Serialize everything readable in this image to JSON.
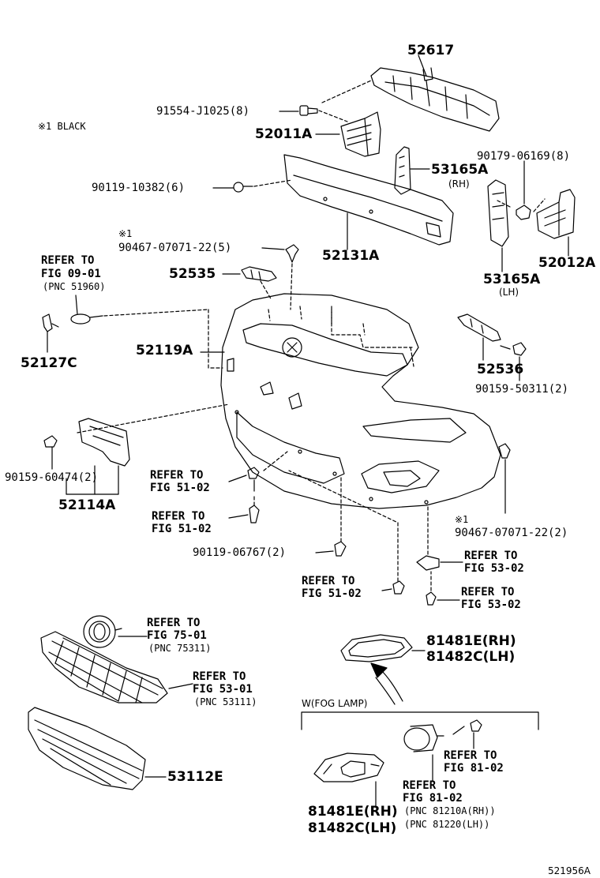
{
  "note": "※1 BLACK",
  "diagram_code": "521956A",
  "parts": {
    "p52617": "52617",
    "p91554": "91554-J1025(8)",
    "p52011a": "52011A",
    "p90179": "90179-06169(8)",
    "p53165a_rh": "53165A",
    "rh1": "(RH)",
    "p90119_10382": "90119-10382(6)",
    "p52131a": "52131A",
    "p52012a": "52012A",
    "note1_a": "※1",
    "p90467_a": "90467-07071-22(5)",
    "p53165a_lh": "53165A",
    "lh1": "(LH)",
    "p52535": "52535",
    "p52127c": "52127C",
    "p52119a": "52119A",
    "p52536": "52536",
    "p90159_50311": "90159-50311(2)",
    "p90159_60474": "90159-60474(2)",
    "p52114a": "52114A",
    "p90119_06767": "90119-06767(2)",
    "note1_b": "※1",
    "p90467_b": "90467-07071-22(2)",
    "p81481e_top": "81481E(RH)",
    "p81482c_top": "81482C(LH)",
    "p53112e": "53112E",
    "p81481e_bot": "81481E(RH)",
    "p81482c_bot": "81482C(LH)"
  },
  "refs": {
    "r_0901_a": "REFER TO",
    "r_0901_b": "FIG 09-01",
    "r_0901_c": "(PNC 51960)",
    "r_5102a_a": "REFER TO",
    "r_5102a_b": "FIG 51-02",
    "r_5102b_a": "REFER TO",
    "r_5102b_b": "FIG 51-02",
    "r_5102c_a": "REFER TO",
    "r_5102c_b": "FIG 51-02",
    "r_5302a_a": "REFER TO",
    "r_5302a_b": "FIG 53-02",
    "r_5302b_a": "REFER TO",
    "r_5302b_b": "FIG 53-02",
    "r_7501_a": "REFER TO",
    "r_7501_b": "FIG 75-01",
    "r_7501_c": "(PNC 75311)",
    "r_5301_a": "REFER TO",
    "r_5301_b": "FIG 53-01",
    "r_5301_c": "(PNC 53111)",
    "fog_group": "W(FOG LAMP)",
    "r_8102a_a": "REFER TO",
    "r_8102a_b": "FIG 81-02",
    "r_8102b_a": "REFER TO",
    "r_8102b_b": "FIG 81-02",
    "pnc_81210": "(PNC 81210A(RH))",
    "pnc_81220": "(PNC 81220(LH))"
  }
}
